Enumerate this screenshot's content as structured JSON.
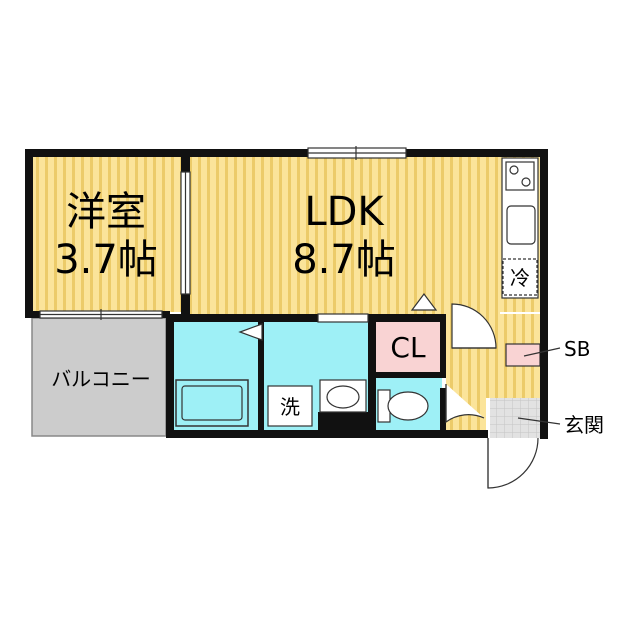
{
  "rooms": {
    "western": {
      "name": "洋室",
      "size": "3.7帖"
    },
    "ldk": {
      "name": "LDK",
      "size": "8.7帖"
    },
    "balcony": {
      "name": "バルコニー"
    },
    "closet": {
      "name": "CL"
    },
    "fridge": {
      "name": "冷"
    },
    "washer": {
      "name": "洗"
    },
    "entrance": {
      "name": "玄関"
    },
    "shoebox": {
      "name": "SB"
    }
  },
  "colors": {
    "floor_light": "#fbe49a",
    "floor_stripe": "#eccb69",
    "water": "#9ef0f6",
    "closet": "#f9d3d3",
    "balcony": "#cccccc",
    "wall": "#111111",
    "entrance_tile": "#e2e2e2"
  }
}
